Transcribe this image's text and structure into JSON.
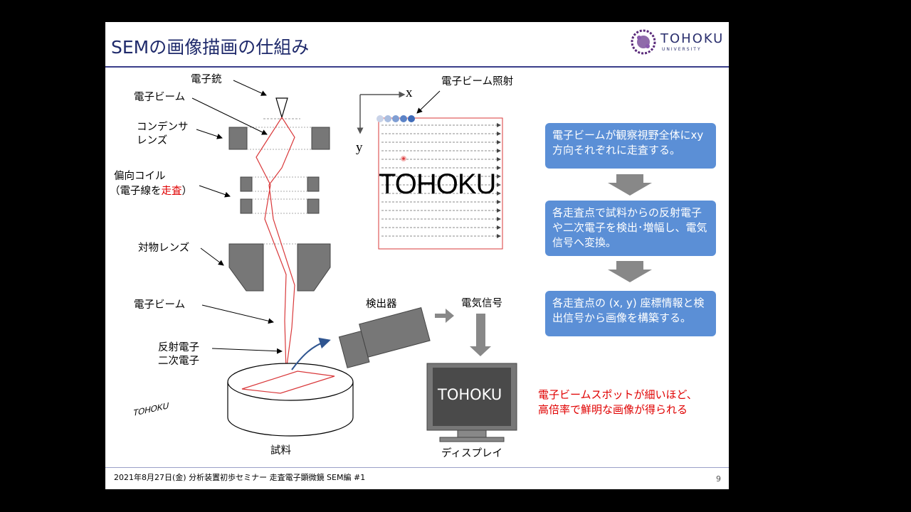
{
  "slide": {
    "title": "SEMの画像描画の仕組み",
    "footer": "2021年8月27日(金) 分析装置初歩セミナー 走査電子顕微鏡 SEM編 #1",
    "page_number": "9"
  },
  "logo": {
    "name": "TOHOKU",
    "subtitle": "UNIVERSITY"
  },
  "column_labels": {
    "gun": "電子銃",
    "beam_top": "電子ビーム",
    "condenser_line1": "コンデンサ",
    "condenser_line2": "レンズ",
    "deflector_line1": "偏向コイル",
    "deflector_line2_pre": "（電子線を",
    "deflector_line2_red": "走査",
    "deflector_line2_post": "）",
    "objective": "対物レンズ",
    "beam_bottom": "電子ビーム",
    "reflected_line1": "反射電子",
    "reflected_line2": "二次電子",
    "sample": "試料",
    "sample_text": "TOHOKU"
  },
  "scan_panel": {
    "label": "電子ビーム照射",
    "axis_x": "x",
    "axis_y": "y",
    "image_text": "TOHOKU"
  },
  "detector": {
    "label": "検出器",
    "signal": "電気信号",
    "display": "ディスプレイ",
    "display_text": "TOHOKU"
  },
  "steps": [
    {
      "text": "電子ビームが観察視野全体にxy方向それぞれに走査する。"
    },
    {
      "text": "各走査点で試料からの反射電子や二次電子を検出･増幅し、電気信号へ変換。"
    },
    {
      "text": "各走査点の (x, y) 座標情報と検出信号から画像を構築する。"
    }
  ],
  "note": {
    "line1": "電子ビームスポットが細いほど、",
    "line2": "高倍率で鮮明な画像が得られる"
  },
  "colors": {
    "title": "#1f2a6b",
    "box": "#5b8fd6",
    "beam": "#d9383a",
    "emphasis": "#e00000"
  }
}
